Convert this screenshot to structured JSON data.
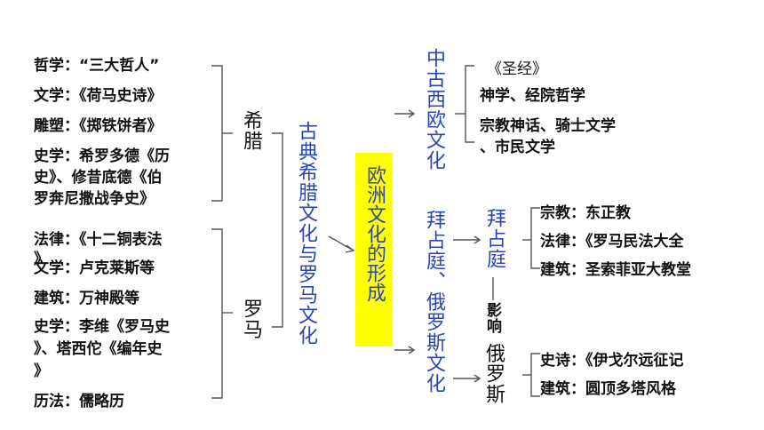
{
  "greece": {
    "label": "希腊",
    "items": [
      "哲学：“三大哲人”",
      "文学：《荷马史诗》",
      "雕塑：《掷铁饼者》",
      "史学：希罗多德《历",
      "史》、修昔底德《伯",
      "罗奔尼撒战争史》"
    ]
  },
  "rome": {
    "label": "罗马",
    "items": [
      "法律：《十二铜表法",
      "》",
      "文学：卢克莱斯等",
      "建筑：万神殿等",
      "史学：李维《罗马史",
      "》、塔西佗《编年史",
      "》",
      "历法：儒略历"
    ]
  },
  "classical": "古典希腊文化与罗马文化",
  "center": "欧洲文化的形成",
  "medieval": {
    "label": "中古西欧文化",
    "items": [
      "《圣经》",
      "神学、经院哲学",
      "宗教神话、骑士文学",
      "、市民文学"
    ]
  },
  "byz_russia": "拜占庭、俄罗斯文化",
  "byzantium": {
    "label": "拜占庭",
    "items": [
      "宗教：东正教",
      "法律：《罗马民法大全",
      "建筑：圣索菲亚大教堂"
    ]
  },
  "influence": "影响",
  "russia": {
    "label": "俄罗斯",
    "items": [
      "史诗：《伊戈尔远征记",
      "建筑：圆顶多塔风格"
    ]
  }
}
